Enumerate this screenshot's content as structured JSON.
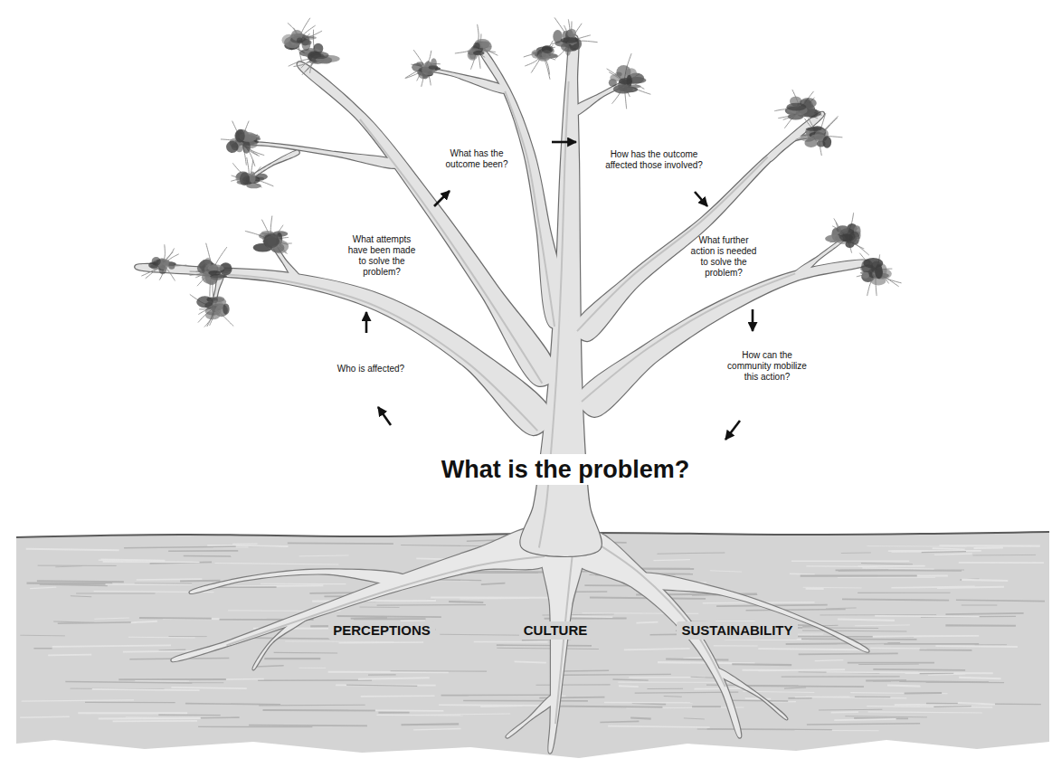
{
  "diagram": {
    "labels": [
      "What is the problem?",
      "Who is affected?",
      "What attempts have been made to solve the problem?",
      "What has the outcome been?",
      "How has the outcome affected those involved?",
      "What further action is needed to solve the problem?",
      "How can the community mobilize this action?",
      "PERCEPTIONS",
      "CULTURE",
      "SUSTAINABILITY"
    ]
  }
}
